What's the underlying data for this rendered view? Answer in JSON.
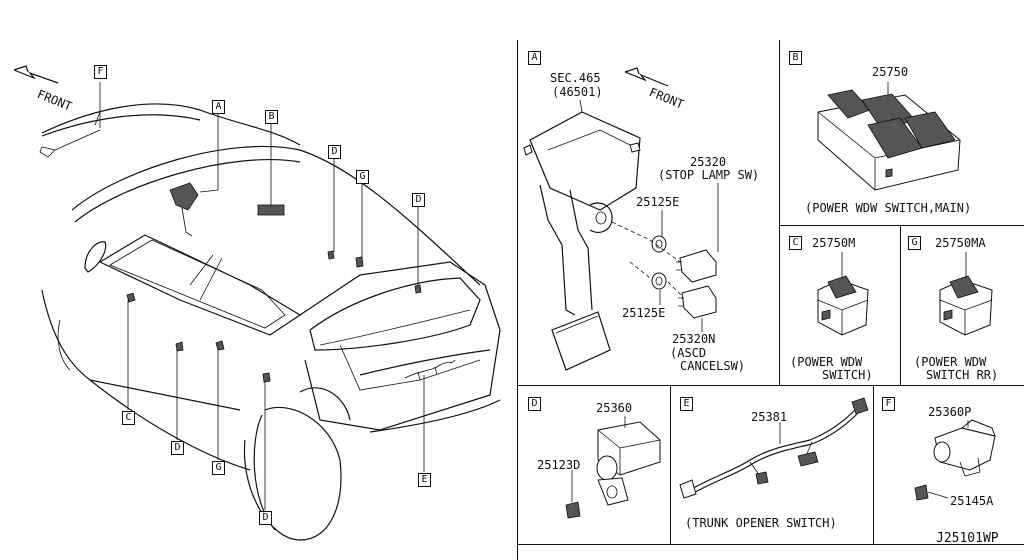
{
  "overview": {
    "front": "FRONT",
    "callouts": [
      "F",
      "A",
      "B",
      "D",
      "G",
      "D",
      "C",
      "D",
      "G",
      "D",
      "E"
    ]
  },
  "panels": {
    "A": {
      "tag": "A",
      "sec_ref": "SEC.465",
      "sec_sub": "(46501)",
      "front": "FRONT",
      "p1": "25320",
      "p1_name": "(STOP LAMP SW)",
      "p2": "25125E",
      "p3": "25125E",
      "p4": "25320N",
      "p4_name1": "(ASCD",
      "p4_name2": "CANCELSW)"
    },
    "B": {
      "tag": "B",
      "part": "25750",
      "name": "(POWER WDW SWITCH,MAIN)"
    },
    "C": {
      "tag": "C",
      "part": "25750M",
      "name1": "(POWER WDW",
      "name2": "SWITCH)"
    },
    "G": {
      "tag": "G",
      "part": "25750MA",
      "name1": "(POWER WDW",
      "name2": "SWITCH RR)"
    },
    "D": {
      "tag": "D",
      "part1": "25360",
      "part2": "25123D"
    },
    "E": {
      "tag": "E",
      "part": "25381",
      "name": "(TRUNK OPENER SWITCH)"
    },
    "F": {
      "tag": "F",
      "part1": "25360P",
      "part2": "25145A"
    }
  },
  "drawing_code": "J25101WP"
}
